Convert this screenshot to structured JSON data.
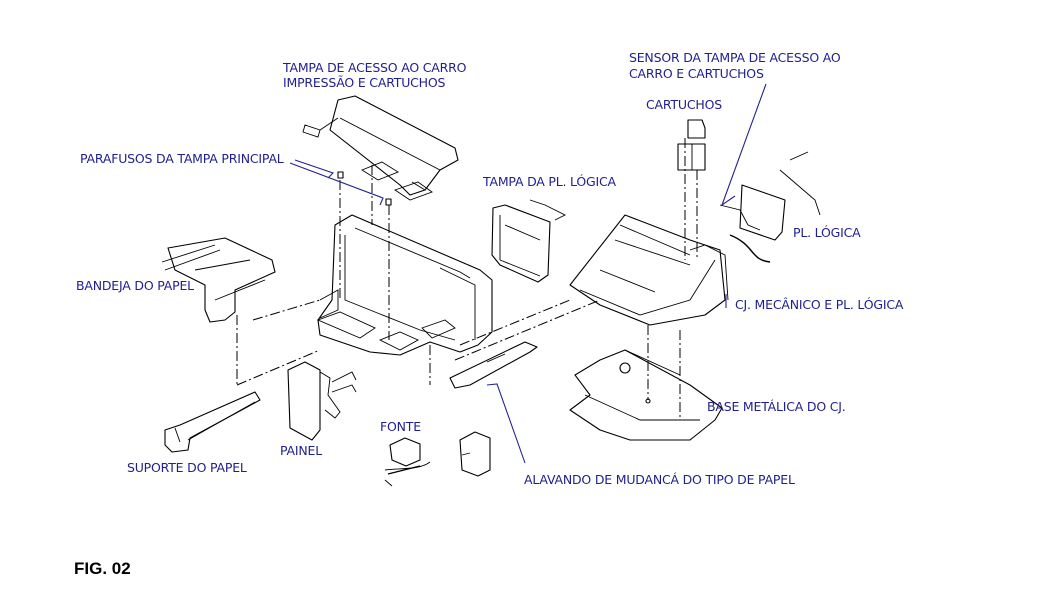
{
  "figure": {
    "caption": "FIG. 02",
    "label_color": "#1f1f8f",
    "labels": {
      "tampa_acesso_line1": "TAMPA DE ACESSO AO CARRO",
      "tampa_acesso_line2": "IMPRESSÃO E CARTUCHOS",
      "sensor_line1": "SENSOR DA TAMPA DE ACESSO AO",
      "sensor_line2": "CARRO E CARTUCHOS",
      "cartuchos": "CARTUCHOS",
      "parafusos": "PARAFUSOS DA TAMPA PRINCIPAL",
      "tampa_pl_logica": "TAMPA DA PL. LÓGICA",
      "pl_logica": "PL. LÓGICA",
      "bandeja": "BANDEJA DO PAPEL",
      "cj_mecanico": "CJ. MECÂNICO E PL. LÓGICA",
      "base_metalica": "BASE METÁLICA DO CJ.",
      "fonte": "FONTE",
      "painel": "PAINEL",
      "suporte": "SUPORTE DO PAPEL",
      "alavanca": "ALAVANDO DE MUDANCÁ DO TIPO DE PAPEL"
    }
  }
}
